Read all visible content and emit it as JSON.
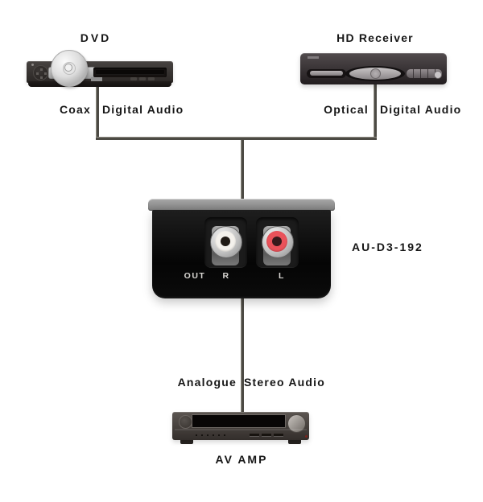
{
  "labels": {
    "dvd": "DVD",
    "hd_receiver": "HD Receiver",
    "model": "AU-D3-192",
    "av_amp": "AV AMP"
  },
  "connections": {
    "coax": {
      "left": "Coax",
      "right": "Digital Audio"
    },
    "optical": {
      "left": "Optical",
      "right": "Digital Audio"
    },
    "analogue": {
      "left": "Analogue",
      "right": "Stereo Audio"
    }
  },
  "converter_ports": {
    "out": "OUT",
    "r": "R",
    "l": "L"
  },
  "colors": {
    "background": "#ffffff",
    "cable": "#4c4a44",
    "cable_highlight": "#8f8d83",
    "label_text": "#161616",
    "port_text": "#d9d7d3",
    "converter_body": "#0a0a0a",
    "converter_lid": "#8f8f8f",
    "jack_white": "#f4f1ec",
    "jack_red": "#ea525a",
    "device_gray": "#3a3533"
  }
}
